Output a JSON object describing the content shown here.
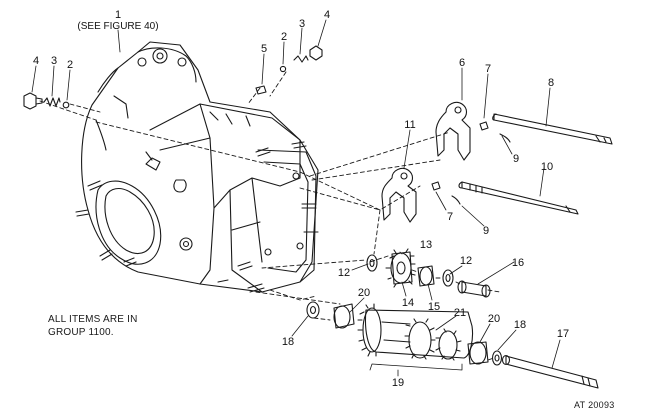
{
  "header": {
    "callout_1_number": "1",
    "callout_1_note": "(SEE FIGURE 40)"
  },
  "callouts": [
    "1",
    "2",
    "3",
    "4",
    "5",
    "2",
    "3",
    "4",
    "6",
    "7",
    "8",
    "9",
    "10",
    "11",
    "7",
    "9",
    "12",
    "13",
    "12",
    "16",
    "14",
    "15",
    "20",
    "21",
    "18",
    "20",
    "18",
    "17",
    "19"
  ],
  "notes": {
    "line1": "ALL ITEMS ARE IN",
    "line2": "GROUP 1100."
  },
  "footer": {
    "doc_id": "AT 20093"
  }
}
